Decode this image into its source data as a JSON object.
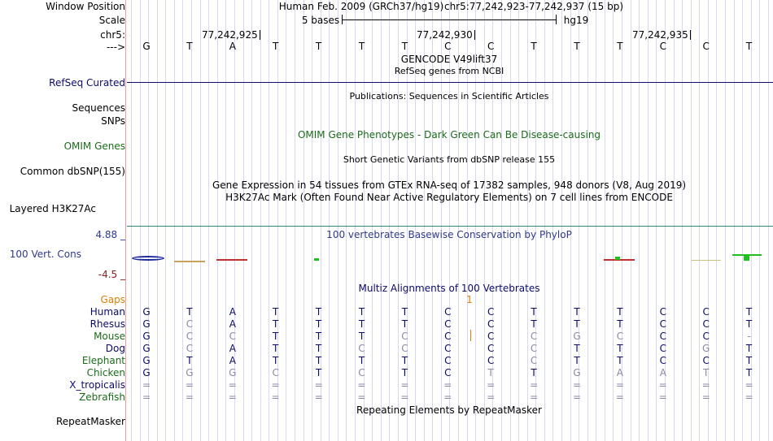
{
  "labels": {
    "window_position": "Window Position",
    "scale": "Scale",
    "chrom": "chr5:",
    "strand": "--->",
    "refseq": "RefSeq Curated",
    "sequences": "Sequences",
    "snps": "SNPs",
    "omim": "OMIM Genes",
    "dbsnp": "Common dbSNP(155)",
    "h3k27ac": "Layered H3K27Ac",
    "cons": "100 Vert. Cons",
    "cons_max": "4.88 _",
    "cons_min": "-4.5 _",
    "gaps": "Gaps"
  },
  "header": {
    "assembly": "Human Feb. 2009 (GRCh37/hg19)",
    "position": "chr5:77,242,923-77,242,937 (15 bp)",
    "scale_text": "5 bases",
    "scale_db": "hg19",
    "coord_1": "77,242,925",
    "coord_2": "77,242,930",
    "coord_3": "77,242,935"
  },
  "tracks": {
    "gencode": "GENCODE V49lift37",
    "refseq_sub": "RefSeq genes from NCBI",
    "publications": "Publications: Sequences in Scientific Articles",
    "omim_title": "OMIM Gene Phenotypes - Dark Green Can Be Disease-causing",
    "dbsnp_title": "Short Genetic Variants from dbSNP release 155",
    "gtex_title": "Gene Expression in 54 tissues from GTEx RNA-seq of 17382 samples, 948 donors (V8, Aug 2019)",
    "h3k27ac_title": "H3K27Ac Mark (Often Found Near Active Regulatory Elements) on 7 cell lines from ENCODE",
    "phylop_title": "100 vertebrates Basewise Conservation by PhyloP",
    "multiz_title": "Multiz Alignments of 100 Vertebrates",
    "gap_marker": "1",
    "repeat_title": "Repeating Elements by RepeatMasker",
    "repeat_label": "RepeatMasker"
  },
  "colors": {
    "species_blue": "#0b0b6b",
    "species_green": "#1a6b1a",
    "omim_green": "#1a6b1a",
    "gaps_orange": "#e08000",
    "cons_label": "#2e3a8c",
    "cons_min_color": "#8b1a1a",
    "mismatch_gray": "#8a8aa8"
  },
  "sequence": [
    "G",
    "T",
    "A",
    "T",
    "T",
    "T",
    "T",
    "C",
    "C",
    "T",
    "T",
    "T",
    "C",
    "C",
    "T"
  ],
  "alignment": [
    {
      "species": "Human",
      "color": "blue",
      "bases": [
        "G",
        "T",
        "A",
        "T",
        "T",
        "T",
        "T",
        "C",
        "C",
        "T",
        "T",
        "T",
        "C",
        "C",
        "T"
      ],
      "dim": []
    },
    {
      "species": "Rhesus",
      "color": "blue",
      "bases": [
        "G",
        "C",
        "A",
        "T",
        "T",
        "T",
        "T",
        "C",
        "C",
        "T",
        "T",
        "T",
        "C",
        "C",
        "T"
      ],
      "dim": [
        1
      ]
    },
    {
      "species": "Mouse",
      "color": "green",
      "bases": [
        "G",
        "C",
        "C",
        "T",
        "T",
        "T",
        "C",
        "C",
        "C",
        "C",
        "G",
        "C",
        "C",
        "C",
        "-"
      ],
      "dim": [
        1,
        2,
        6,
        9,
        10,
        11,
        14
      ]
    },
    {
      "species": "Dog",
      "color": "blue",
      "bases": [
        "G",
        "C",
        "A",
        "T",
        "T",
        "C",
        "C",
        "C",
        "C",
        "C",
        "T",
        "T",
        "C",
        "G",
        "T"
      ],
      "dim": [
        1,
        5,
        6,
        9,
        13
      ]
    },
    {
      "species": "Elephant",
      "color": "green",
      "bases": [
        "G",
        "T",
        "A",
        "T",
        "T",
        "T",
        "T",
        "C",
        "C",
        "C",
        "T",
        "T",
        "C",
        "C",
        "T"
      ],
      "dim": [
        9
      ]
    },
    {
      "species": "Chicken",
      "color": "green",
      "bases": [
        "G",
        "G",
        "G",
        "C",
        "T",
        "C",
        "T",
        "C",
        "T",
        "T",
        "G",
        "A",
        "A",
        "T",
        "T"
      ],
      "dim": [
        1,
        2,
        3,
        5,
        8,
        10,
        11,
        12,
        13
      ]
    },
    {
      "species": "X_tropicalis",
      "color": "blue",
      "bases": [
        "=",
        "=",
        "=",
        "=",
        "=",
        "=",
        "=",
        "=",
        "=",
        "=",
        "=",
        "=",
        "=",
        "=",
        "="
      ],
      "dim": [
        0,
        1,
        2,
        3,
        4,
        5,
        6,
        7,
        8,
        9,
        10,
        11,
        12,
        13,
        14
      ]
    },
    {
      "species": "Zebrafish",
      "color": "green",
      "bases": [
        "=",
        "=",
        "=",
        "=",
        "=",
        "=",
        "=",
        "=",
        "=",
        "=",
        "=",
        "=",
        "=",
        "=",
        "="
      ],
      "dim": [
        0,
        1,
        2,
        3,
        4,
        5,
        6,
        7,
        8,
        9,
        10,
        11,
        12,
        13,
        14
      ]
    }
  ]
}
